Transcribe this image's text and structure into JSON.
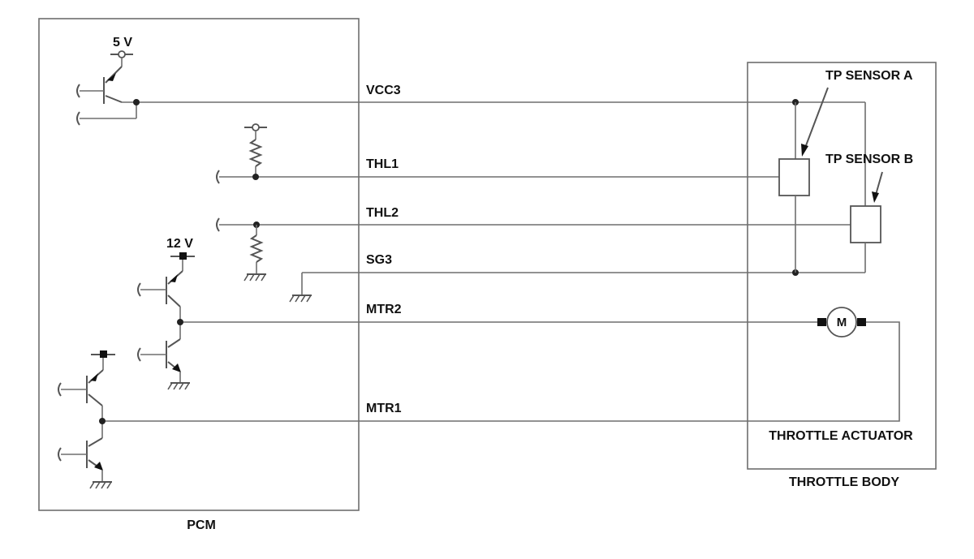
{
  "labels": {
    "pcm": "PCM",
    "throttle_body": "THROTTLE BODY",
    "throttle_actuator": "THROTTLE ACTUATOR",
    "tp_sensor_a": "TP SENSOR A",
    "tp_sensor_b": "TP SENSOR B",
    "motor": "M",
    "supply_5v": "5 V",
    "supply_12v": "12 V"
  },
  "signals": {
    "vcc3": "VCC3",
    "thl1": "THL1",
    "thl2": "THL2",
    "sg3": "SG3",
    "mtr2": "MTR2",
    "mtr1": "MTR1"
  }
}
